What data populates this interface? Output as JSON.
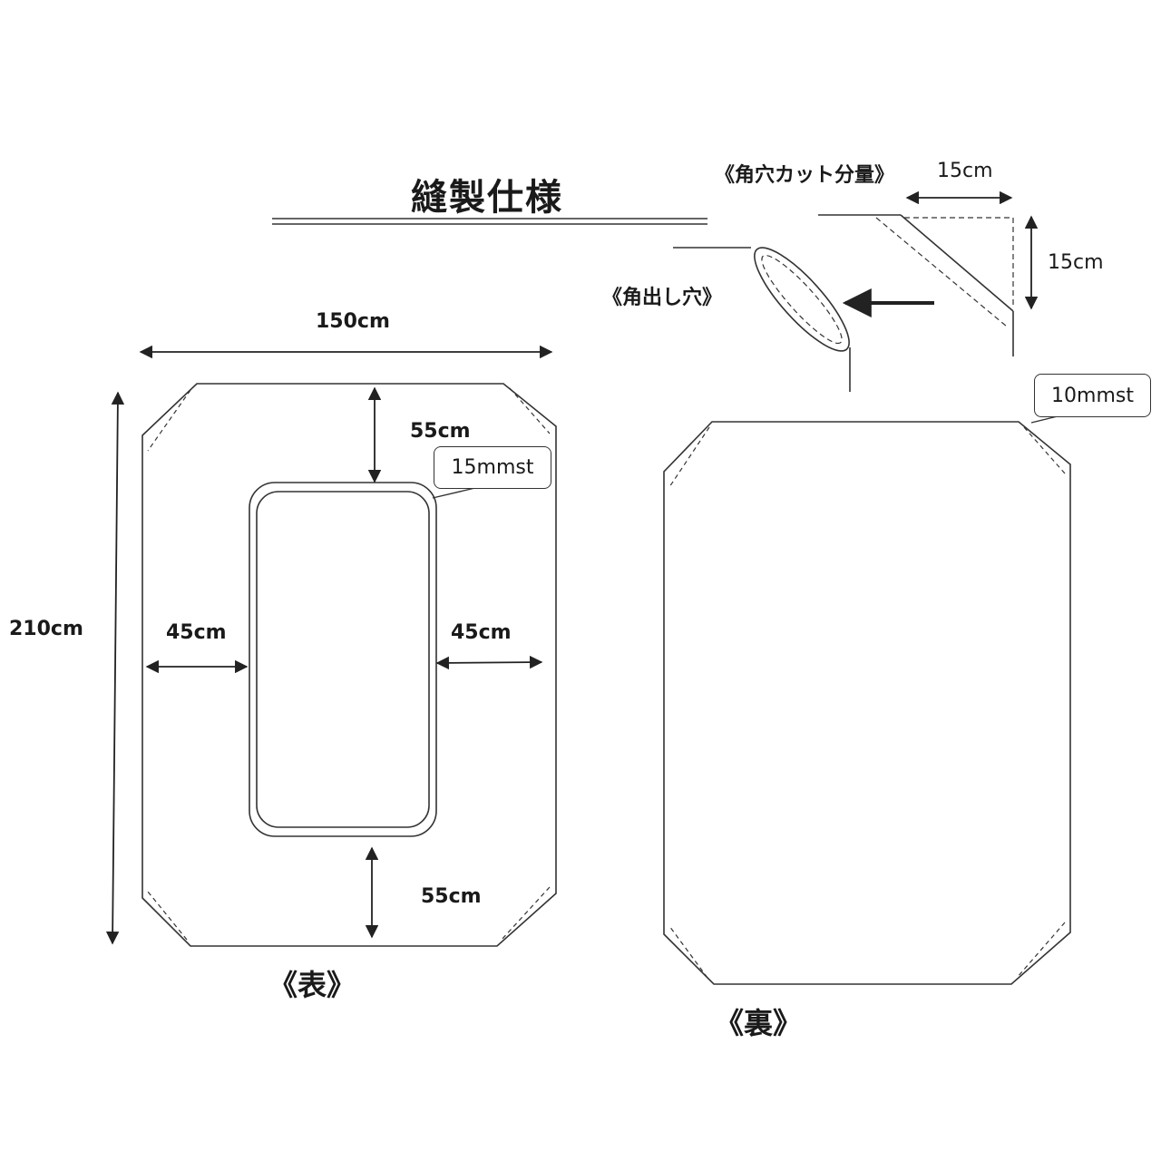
{
  "title": "縫製仕様",
  "front": {
    "label": "《表》",
    "width": "150cm",
    "height": "210cm",
    "top_margin": "55cm",
    "bottom_margin": "55cm",
    "left_margin": "45cm",
    "right_margin": "45cm",
    "stitch_callout": "15mmst"
  },
  "back": {
    "label": "《裏》",
    "stitch_callout": "10mmst"
  },
  "corner_detail": {
    "cut_label": "《角穴カット分量》",
    "cut_width": "15cm",
    "cut_height": "15cm",
    "hole_label": "《角出し穴》"
  }
}
